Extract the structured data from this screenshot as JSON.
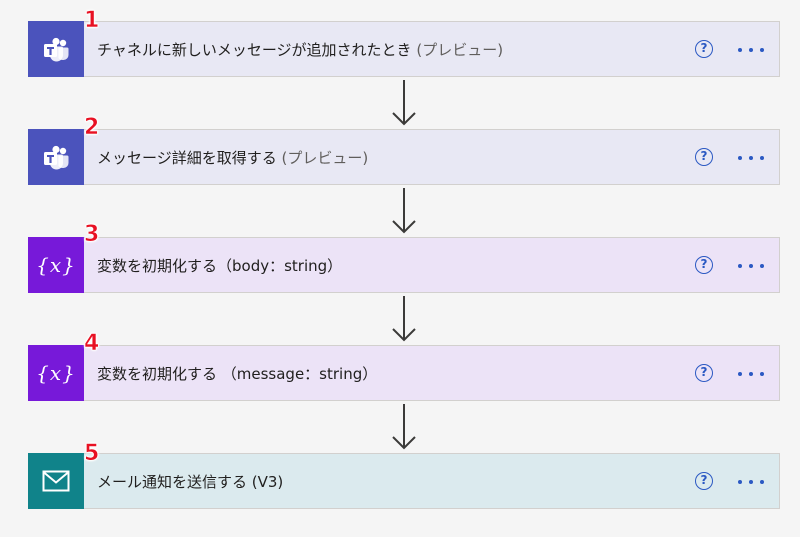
{
  "steps": [
    {
      "number": "1",
      "title": "チャネルに新しいメッセージが追加されたとき",
      "suffix": "(プレビュー)",
      "icon": "teams-icon",
      "icon_bg": "#4b53bc",
      "card_bg": "#e8e8f4"
    },
    {
      "number": "2",
      "title": "メッセージ詳細を取得する",
      "suffix": "(プレビュー)",
      "icon": "teams-icon",
      "icon_bg": "#4b53bc",
      "card_bg": "#e8e8f4"
    },
    {
      "number": "3",
      "title": "変数を初期化する（body：string）",
      "suffix": "",
      "icon": "variable-icon",
      "icon_bg": "#7719d9",
      "card_bg": "#ece3f7"
    },
    {
      "number": "4",
      "title": "変数を初期化する （message：string）",
      "suffix": "",
      "icon": "variable-icon",
      "icon_bg": "#7719d9",
      "card_bg": "#ece3f7"
    },
    {
      "number": "5",
      "title": "メール通知を送信する (V3)",
      "suffix": "",
      "icon": "mail-icon",
      "icon_bg": "#10838a",
      "card_bg": "#dbeaee"
    }
  ],
  "help_glyph": "?",
  "variable_glyph": "{x}",
  "colors": {
    "accent": "#2b59c3",
    "badge": "#e81123",
    "arrow": "#3b3a39"
  }
}
